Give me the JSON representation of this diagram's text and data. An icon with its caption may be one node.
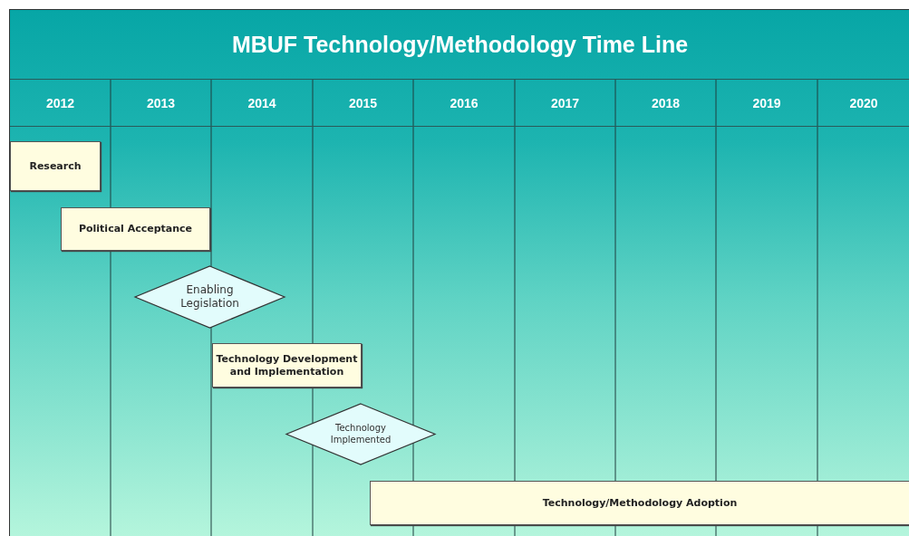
{
  "diagram": {
    "title": "MBUF Technology/Methodology Time Line",
    "nodes": [
      {
        "text": [
          "Research"
        ]
      },
      {
        "text": [
          "Political Acceptance"
        ]
      },
      {
        "text": [
          "Enabling Legislation"
        ]
      },
      {
        "text": [
          "Technology Development and Implementation"
        ]
      },
      {
        "text": [
          "Technology Implemented"
        ]
      },
      {
        "text": [
          "Technology/Methodology Adoption"
        ]
      }
    ],
    "labels": [
      "2012",
      "2013",
      "2014",
      "2015",
      "2016",
      "2017",
      "2018",
      "2019",
      "2020"
    ]
  }
}
